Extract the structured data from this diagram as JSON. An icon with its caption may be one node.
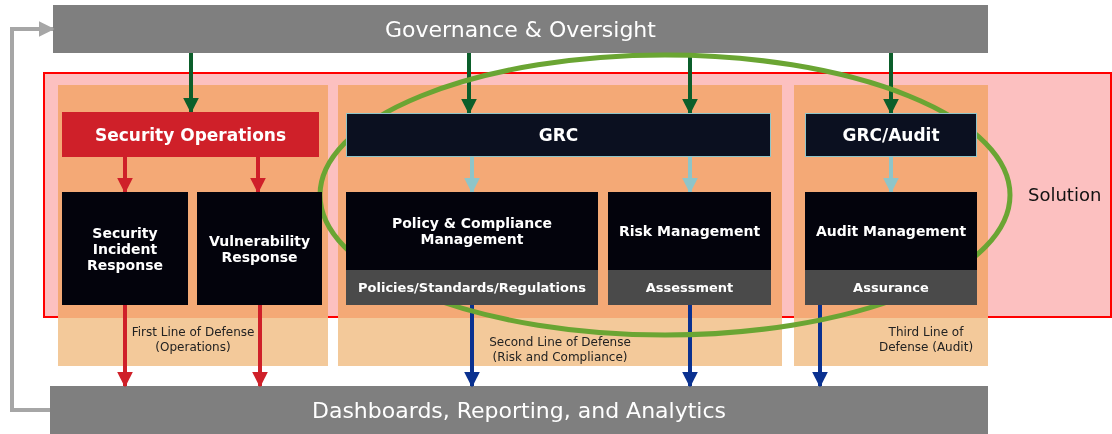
{
  "diagram": {
    "nodes": [
      {
        "text": [
          "Governance & Oversight"
        ]
      },
      {
        "text": [
          "First Line of Defense (Operations)"
        ]
      },
      {
        "text": [
          "Security Operations"
        ],
        "in": 1
      },
      {
        "text": [
          "Security Incident Response"
        ],
        "in": 1
      },
      {
        "text": [
          "Vulnerability Response"
        ],
        "in": 1
      },
      {
        "text": [
          "Second Line of Defense (Risk and Compliance)"
        ]
      },
      {
        "text": [
          "GRC"
        ],
        "in": 5
      },
      {
        "text": [
          "Policy & Compliance Management",
          "Policies/Standards/Regulations"
        ],
        "in": 5
      },
      {
        "text": [
          "Risk Management",
          "Assessment"
        ],
        "in": 5
      },
      {
        "text": [
          "Third Line of Defense (Audit)"
        ]
      },
      {
        "text": [
          "GRC/Audit"
        ],
        "in": 9
      },
      {
        "text": [
          "Audit Management",
          "Assurance"
        ],
        "in": 9
      },
      {
        "text": [
          "Dashboards, Reporting, and Analytics"
        ]
      }
    ],
    "edges": [
      {
        "from": 0,
        "to": 2,
        "arrow": "to",
        "color": "#0b5e2a"
      },
      {
        "from": 0,
        "to": 6,
        "arrow": "to",
        "color": "#0b5e2a"
      },
      {
        "from": 0,
        "to": 6,
        "arrow": "to",
        "color": "#0b5e2a"
      },
      {
        "from": 0,
        "to": 10,
        "arrow": "to",
        "color": "#0b5e2a"
      },
      {
        "from": 2,
        "to": 3,
        "arrow": "to",
        "color": "#cf2029"
      },
      {
        "from": 2,
        "to": 4,
        "arrow": "to",
        "color": "#cf2029"
      },
      {
        "from": 6,
        "to": 7,
        "arrow": "to",
        "color": "#8ec5c9"
      },
      {
        "from": 6,
        "to": 8,
        "arrow": "to",
        "color": "#8ec5c9"
      },
      {
        "from": 10,
        "to": 11,
        "arrow": "to",
        "color": "#8ec5c9"
      },
      {
        "from": 3,
        "to": 12,
        "arrow": "to",
        "color": "#cf2029"
      },
      {
        "from": 4,
        "to": 12,
        "arrow": "to",
        "color": "#cf2029"
      },
      {
        "from": 7,
        "to": 12,
        "arrow": "to",
        "color": "#0a3190"
      },
      {
        "from": 8,
        "to": 12,
        "arrow": "to",
        "color": "#0a3190"
      },
      {
        "from": 11,
        "to": 12,
        "arrow": "to",
        "color": "#0a3190"
      },
      {
        "from": 12,
        "to": 0,
        "arrow": "to",
        "color": "#a6a6a6"
      }
    ],
    "labels": [
      "Solution"
    ]
  }
}
